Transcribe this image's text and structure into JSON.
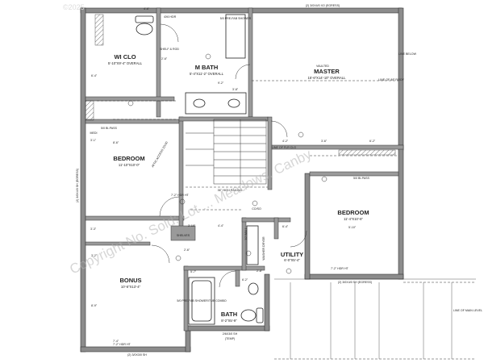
{
  "copyright": "©2025",
  "watermark": "Copyright No. Sold: Lot ... Meadows, Canby",
  "rooms": {
    "wi_clo": {
      "name": "WI CLO",
      "dims": "5'-10\"X9'-4\" OVERALL"
    },
    "m_bath": {
      "name": "M BATH",
      "dims": "5'-4\"X11'-2\" OVERALL"
    },
    "master": {
      "name": "MASTER",
      "note": "VAULTED",
      "dims": "15'-6\"X14'-10\" OVERALL"
    },
    "bedroom_left": {
      "name": "BEDROOM",
      "dims": "11'-10\"X10'-0\""
    },
    "bedroom_right": {
      "name": "BEDROOM",
      "dims": "11'-4\"X10'-6\""
    },
    "utility": {
      "name": "UTILITY",
      "dims": "6'-0\"X5'-4\""
    },
    "bonus": {
      "name": "BONUS",
      "dims": "10'-6\"X13'-4\""
    },
    "bath": {
      "name": "BATH",
      "dims": "8'-2\"X5'-9\""
    }
  },
  "labels": {
    "egress_top": "(2) 3/0X4/0 XO (EGRESS)",
    "egress_right": "(2) 3/0X4/0 SH (EGRESS)",
    "egress_left": "(2) 3/0X4/0 SH (EGRESS)",
    "bottom_left": "(2) 3/0X3/0 SH",
    "bath_window": "2/6X3/0 SH",
    "bath_temp": "(TEMP)",
    "bifold_left": "5/0 BI-PASS",
    "bifold_right": "5/0 BI-PASS",
    "railing": "36\" HIGH RAILING",
    "coso": "CO/SO",
    "shower_mbath": "5/0 PRE-FAB SHOWER",
    "shower_bath": "5/0 PRE-FAB SHOWER/TUB COMBO",
    "line_of_roof": "LINE OF 8/F ROOF",
    "line_of_main": "LINE OF MAIN LEVEL",
    "line_of_floor": "LINE OF FLR CLG",
    "line_right": "LINE BELOW",
    "attic_access": "ATTIC ACCESS 22x30",
    "shelf_rod": "SHELF & ROD",
    "medi": "MEDI",
    "shelves": "SHELVES",
    "washer_dryer": "WASHER DRYER",
    "half_wall": "1/2 WALL",
    "hdr_labels": [
      "4X6 HDR",
      "7'-2\" HDR HT",
      "7'-2\" HDR HT",
      "7'-2\" HDR HT"
    ]
  },
  "dims": {
    "d_4_6": "4'-6\"",
    "d_2_6": "2'-6\"",
    "d_6_4": "6'-4\"",
    "d_9_2": "9'-2\"",
    "d_3_8": "3'-8\"",
    "d_4_2": "4'-2\"",
    "d_3_6": "3'-6\"",
    "d_6_2": "6'-2\"",
    "d_8_6": "8'-6\"",
    "d_3_1": "3'-1\"",
    "d_3_10": "3'-10\"",
    "d_4_4": "4'-4\"",
    "d_6_4b": "6'-4\"",
    "d_5_10": "5'-10\"",
    "d_8_9": "8'-9\"",
    "d_3_2": "3'-2\"",
    "d_2_6b": "2'-6\"",
    "d_5_7": "5'-7\"",
    "d_2_8": "2'-8\"",
    "d_7_4": "7'-4\"",
    "d_6_2b": "6'-2\"",
    "d_3_3": "3'-3\""
  }
}
